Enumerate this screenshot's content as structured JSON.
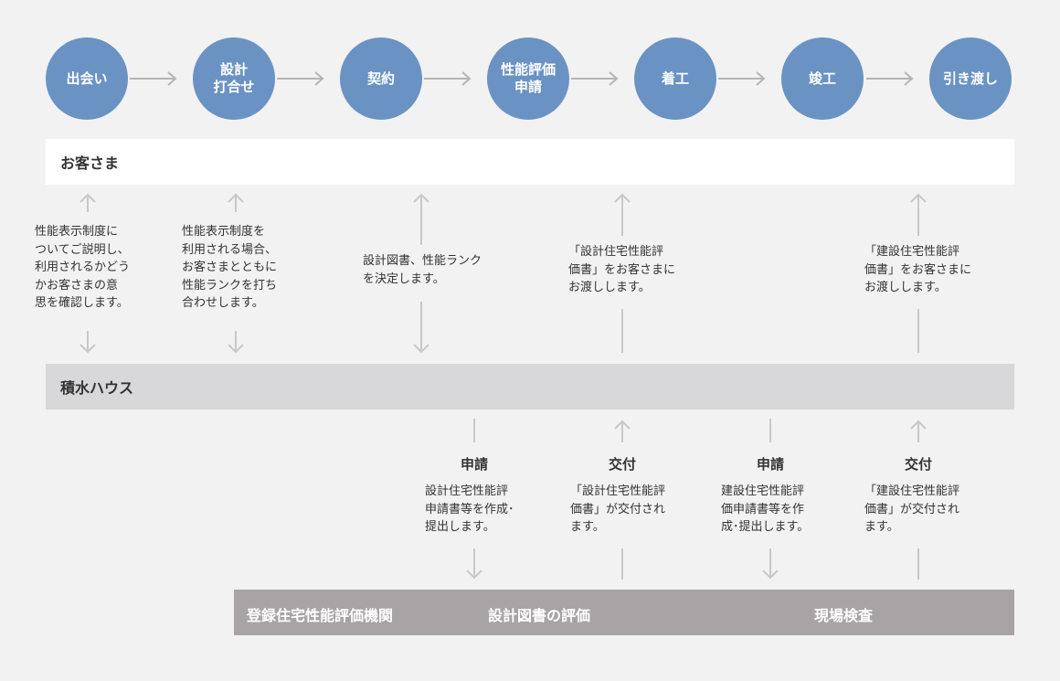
{
  "flow": {
    "steps": [
      {
        "label": "出会い"
      },
      {
        "label": "設計\n打合せ"
      },
      {
        "label": "契約"
      },
      {
        "label": "性能評価\n申請"
      },
      {
        "label": "着工"
      },
      {
        "label": "竣工"
      },
      {
        "label": "引き渡し"
      }
    ]
  },
  "bands": {
    "customer": "お客さま",
    "sekisui": "積水ハウス",
    "agency": {
      "name": "登録住宅性能評価機関",
      "design_eval": "設計図書の評価",
      "site_inspection": "現場検査"
    }
  },
  "customer_notes": [
    "性能表示制度に\nついてご説明し、\n利用されるかどう\nかお客さまの意\n思を確認します。",
    "性能表示制度を\n利用される場合、\nお客さまとともに\n性能ランクを打ち\n合わせします。",
    "設計図書、性能ランク\nを決定します。",
    "「設計住宅性能評\n価書」をお客さまに\nお渡しします。",
    "「建設住宅性能評\n価書」をお客さまに\nお渡しします。"
  ],
  "agency_actions": [
    {
      "heading": "申請",
      "text": "設計住宅性能評\n申請書等を作成･\n提出します。"
    },
    {
      "heading": "交付",
      "text": "「設計住宅性能評\n価書」が交付され\nます。"
    },
    {
      "heading": "申請",
      "text": "建設住宅性能評\n価申請書等を作\n成･提出します。"
    },
    {
      "heading": "交付",
      "text": "「建設住宅性能評\n価書」が交付され\nます。"
    }
  ],
  "colors": {
    "step_circle": "#6a93c3",
    "connector": "#c8c8c8",
    "background": "#f2f2f2",
    "customer_band": "#ffffff",
    "sekisui_band": "#d8d7d9",
    "agency_band": "#a8a3a5"
  }
}
